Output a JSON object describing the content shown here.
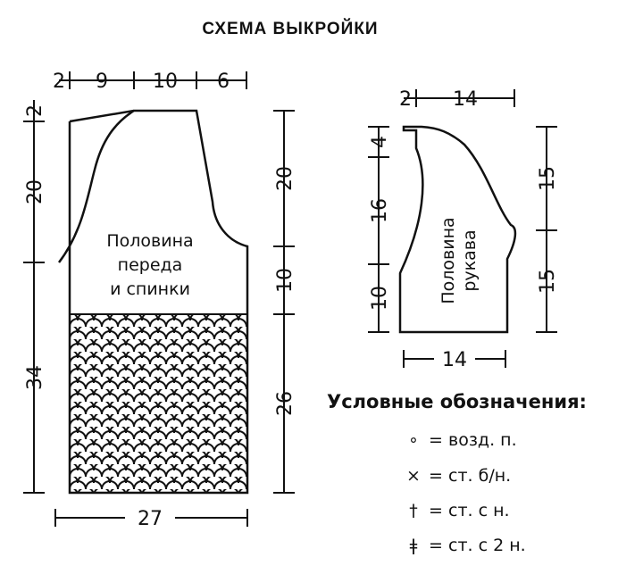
{
  "title": "СХЕМА ВЫКРОЙКИ",
  "body_piece": {
    "label_lines": [
      "Половина",
      "переда",
      "и спинки"
    ],
    "top_dims": [
      "2",
      "9",
      "10",
      "6"
    ],
    "left_dims": [
      "2",
      "20",
      "34"
    ],
    "right_dims": [
      "20",
      "10",
      "26"
    ],
    "bottom_dim": "27"
  },
  "sleeve_piece": {
    "label_lines": [
      "Половина",
      "рукава"
    ],
    "top_dims": [
      "2",
      "14"
    ],
    "left_dims": [
      "4",
      "16",
      "10"
    ],
    "right_dims": [
      "15",
      "15"
    ],
    "bottom_dim": "14"
  },
  "legend": {
    "title": "Условные обозначения:",
    "items": [
      {
        "icon": "circle-icon",
        "symbol": "∘",
        "text": "= возд. п."
      },
      {
        "icon": "cross-icon",
        "symbol": "×",
        "text": "= ст. б/н."
      },
      {
        "icon": "stitch-dc-icon",
        "symbol": "†",
        "text": "= ст. с н."
      },
      {
        "icon": "stitch-tr-icon",
        "symbol": "ǂ",
        "text": "= ст. с 2 н."
      }
    ]
  }
}
